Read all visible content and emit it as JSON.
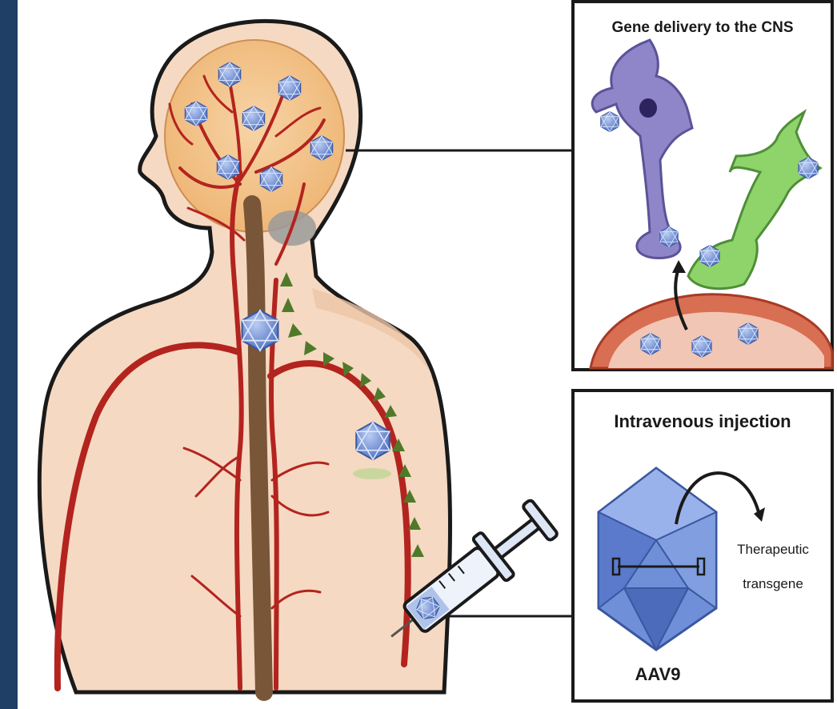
{
  "panels": {
    "cns": {
      "title": "Gene delivery to the CNS"
    },
    "injection": {
      "title": "Intravenous injection"
    }
  },
  "vector": {
    "name": "AAV9",
    "payload_line1": "Therapeutic",
    "payload_line2": "transgene"
  },
  "colors": {
    "background": "#1f3f66",
    "skin": "#f6d9c2",
    "brain": "#f3c58d",
    "artery": "#b3241f",
    "spinal_cord": "#7a5638",
    "virus": "#6f8fd8",
    "transport_arrow": "#4f7a2a",
    "neuron": "#8f86c9",
    "astrocyte": "#8fd36b",
    "vessel": "#d86f52"
  }
}
